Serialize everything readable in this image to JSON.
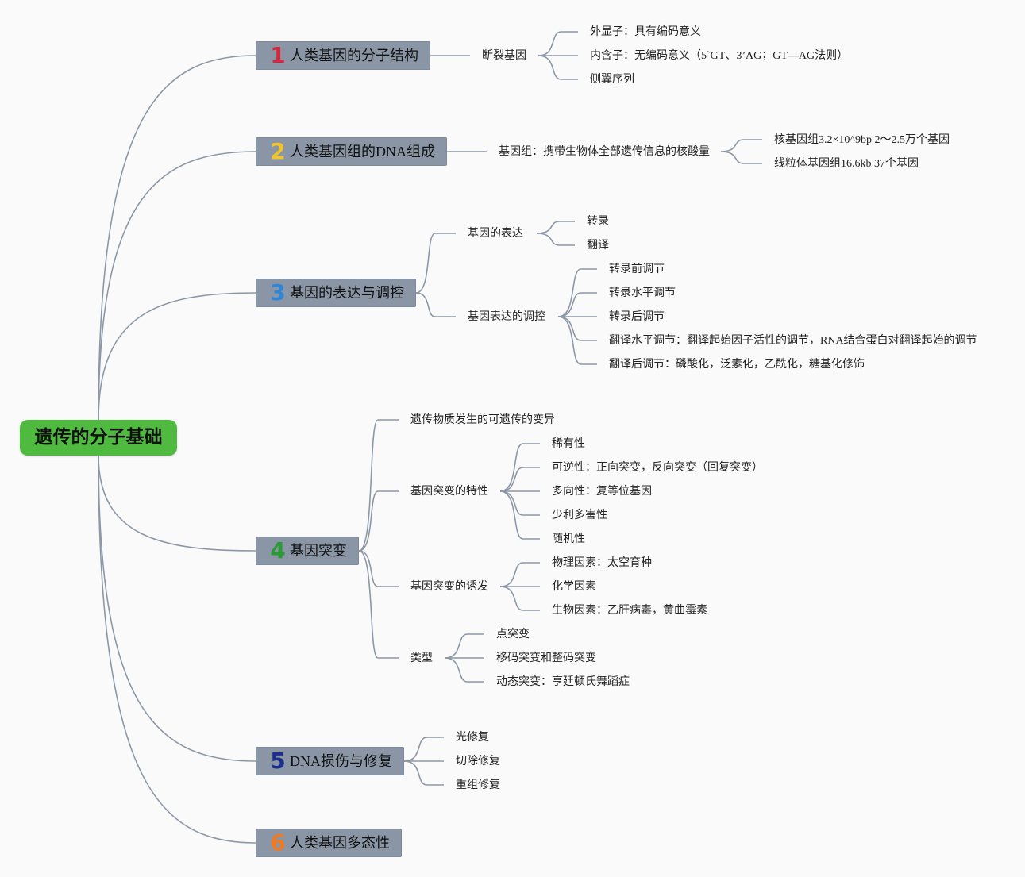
{
  "root": "遗传的分子基础",
  "colors": {
    "line": "#8d98a6",
    "root_bg": "#4fba3f",
    "topic_bg": "#8a96a5"
  },
  "topics": [
    {
      "num": "1",
      "num_color": "#d6283c",
      "label": "人类基因的分子结构"
    },
    {
      "num": "2",
      "num_color": "#f2c42c",
      "label": "人类基因组的DNA组成"
    },
    {
      "num": "3",
      "num_color": "#2f86d6",
      "label": "基因的表达与调控"
    },
    {
      "num": "4",
      "num_color": "#2a9a35",
      "label": "基因突变"
    },
    {
      "num": "5",
      "num_color": "#1d2f8e",
      "label": "DNA损伤与修复"
    },
    {
      "num": "6",
      "num_color": "#ef7a22",
      "label": "人类基因多态性"
    }
  ],
  "t1": {
    "n1": "断裂基因",
    "leaves": [
      "外显子：具有编码意义",
      "内含子：无编码意义（5`GT、3’AG；GT—AG法则）",
      "侧翼序列"
    ]
  },
  "t2": {
    "n1": "基因组：携带生物体全部遗传信息的核酸量",
    "leaves": [
      "核基因组3.2×10^9bp 2～2.5万个基因",
      "线粒体基因组16.6kb 37个基因"
    ]
  },
  "t3": {
    "a": {
      "label": "基因的表达",
      "leaves": [
        "转录",
        "翻译"
      ]
    },
    "b": {
      "label": "基因表达的调控",
      "leaves": [
        "转录前调节",
        "转录水平调节",
        "转录后调节",
        "翻译水平调节：翻译起始因子活性的调节，RNA结合蛋白对翻译起始的调节",
        "翻译后调节：磷酸化，泛素化，乙酰化，糖基化修饰"
      ]
    }
  },
  "t4": {
    "a": {
      "label": "遗传物质发生的可遗传的变异"
    },
    "b": {
      "label": "基因突变的特性",
      "leaves": [
        "稀有性",
        "可逆性：正向突变，反向突变（回复突变）",
        "多向性：复等位基因",
        "少利多害性",
        "随机性"
      ]
    },
    "c": {
      "label": "基因突变的诱发",
      "leaves": [
        "物理因素：太空育种",
        "化学因素",
        "生物因素：乙肝病毒，黄曲霉素"
      ]
    },
    "d": {
      "label": "类型",
      "leaves": [
        "点突变",
        "移码突变和整码突变",
        "动态突变：亨廷顿氏舞蹈症"
      ]
    }
  },
  "t5": {
    "leaves": [
      "光修复",
      "切除修复",
      "重组修复"
    ]
  }
}
